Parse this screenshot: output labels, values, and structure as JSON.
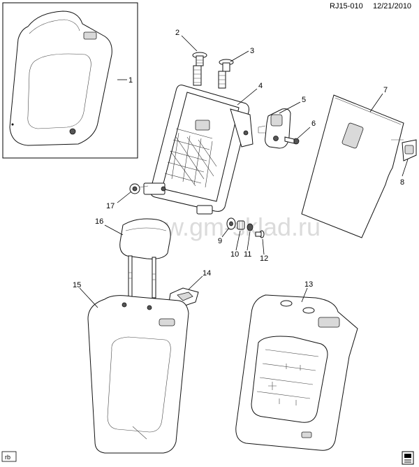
{
  "header": {
    "code": "RJ15-010",
    "date": "12/21/2010"
  },
  "watermark": "www.gm-sklad.ru",
  "corner_tag": "rb",
  "callouts": [
    "1",
    "2",
    "3",
    "4",
    "5",
    "6",
    "7",
    "8",
    "9",
    "10",
    "11",
    "12",
    "13",
    "14",
    "15",
    "16",
    "17"
  ]
}
